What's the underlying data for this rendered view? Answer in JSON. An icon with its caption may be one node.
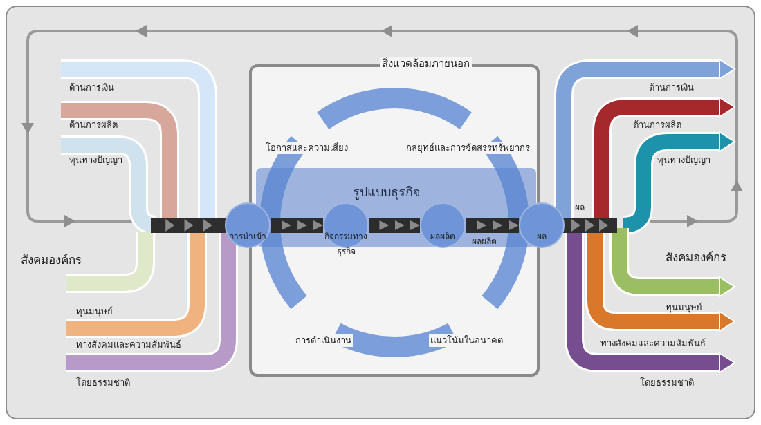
{
  "diagram": {
    "nodes": [
      {
        "text": [
          "สิ่งแวดล้อมภายนอก"
        ]
      },
      {
        "text": [
          "รูปแบบธุรกิจ"
        ],
        "in": 0
      },
      {
        "text": [
          "การนำเข้า"
        ]
      },
      {
        "text": [
          "กิจกรรมทางธุรกิจ"
        ],
        "in": 1
      },
      {
        "text": [
          "ผลผลิต"
        ],
        "in": 1
      },
      {
        "text": [
          "ผล"
        ]
      }
    ],
    "edges": [
      {
        "from": 2,
        "to": 3,
        "arrow": "to"
      },
      {
        "from": 3,
        "to": 4,
        "arrow": "to"
      },
      {
        "from": 4,
        "to": 5,
        "arrow": "to"
      }
    ],
    "labels": [
      "ด้านการเงิน",
      "ด้านการผลิต",
      "ทุนทางปัญญา",
      "ด้านการเงิน",
      "ด้านการผลิต",
      "ทุนทางปัญญา",
      "โอกาสและความเสี่ยง",
      "กลยุทธ์และการจัดสรรทรัพยากร",
      "ผลผลิต",
      "ผล",
      "สังคมองค์กร",
      "สังคมองค์กร",
      "ทุนมนุษย์",
      "ทุนมนุษย์",
      "ทางสังคมและความสัมพันธ์",
      "การดำเนินงาน",
      "แนวโน้มในอนาคต",
      "ทางสังคมและความสัมพันธ์",
      "โดยธรรมชาติ",
      "โดยธรรมชาติ"
    ]
  }
}
